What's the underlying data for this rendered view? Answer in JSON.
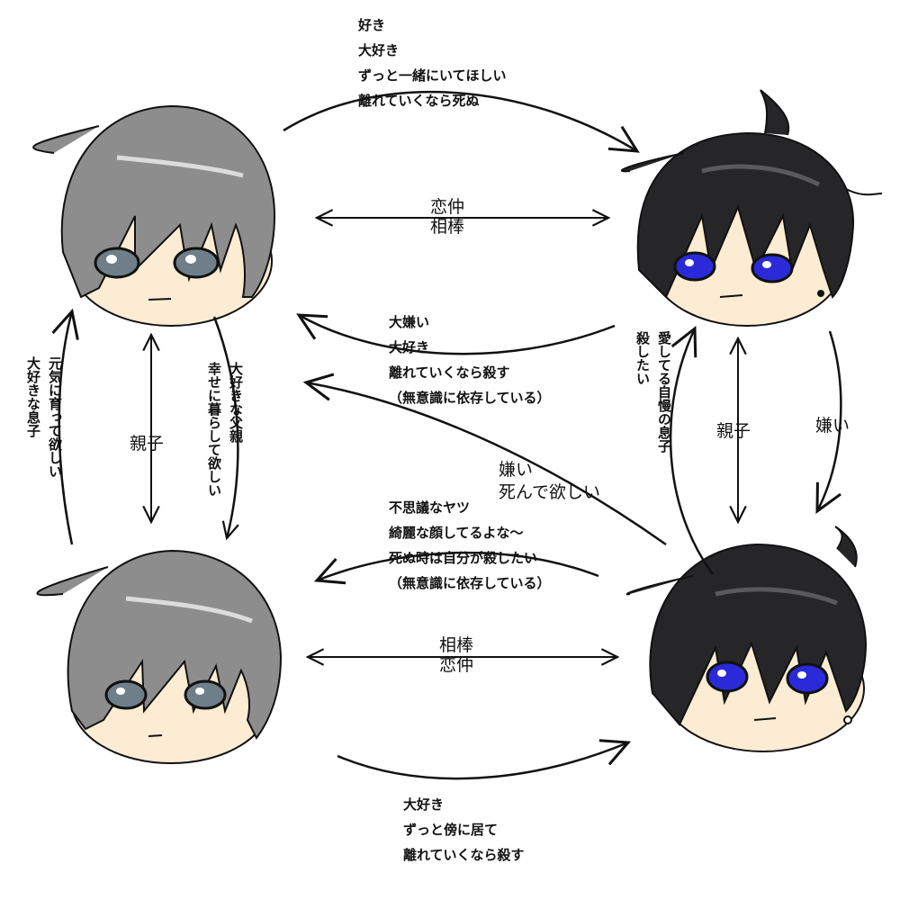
{
  "characters": {
    "top_left": {
      "hair": "#8d8d8d",
      "eye": "#6f7f8a"
    },
    "top_right": {
      "hair": "#262628",
      "eye": "#2a2ad8"
    },
    "bottom_left": {
      "hair": "#8d8d8d",
      "eye": "#6f7f8a"
    },
    "bottom_right": {
      "hair": "#262628",
      "eye": "#2a2ad8"
    }
  },
  "labels": {
    "top_arrow": [
      "好き",
      "大好き",
      "ずっと一緒にいてほしい",
      "離れていくなら死ぬ"
    ],
    "top_middle": [
      "恋仲",
      "相棒"
    ],
    "right_to_left_upper": [
      "大嫌い",
      "大好き",
      "離れていくなら殺す",
      "（無意識に依存している）"
    ],
    "diagonal": [
      "嫌い",
      "死んで欲しい"
    ],
    "bottom_right_to_left": [
      "不思議なヤツ",
      "綺麗な顔してるよな〜",
      "死ぬ時は自分が殺したい",
      "（無意識に依存している）"
    ],
    "bottom_middle": [
      "相棒",
      "恋仲"
    ],
    "bottom_arrow": [
      "大好き",
      "ずっと傍に居て",
      "離れていくなら殺す"
    ],
    "left_outer": [
      "元気に育って欲しい",
      "大好きな息子"
    ],
    "left_parent": "親子",
    "left_inner": [
      "大好きな父親",
      "幸せに暮らして欲しい"
    ],
    "right_inner": [
      "愛してる自慢の息子",
      "殺したい"
    ],
    "right_parent": "親子",
    "right_outer": "嫌い"
  }
}
